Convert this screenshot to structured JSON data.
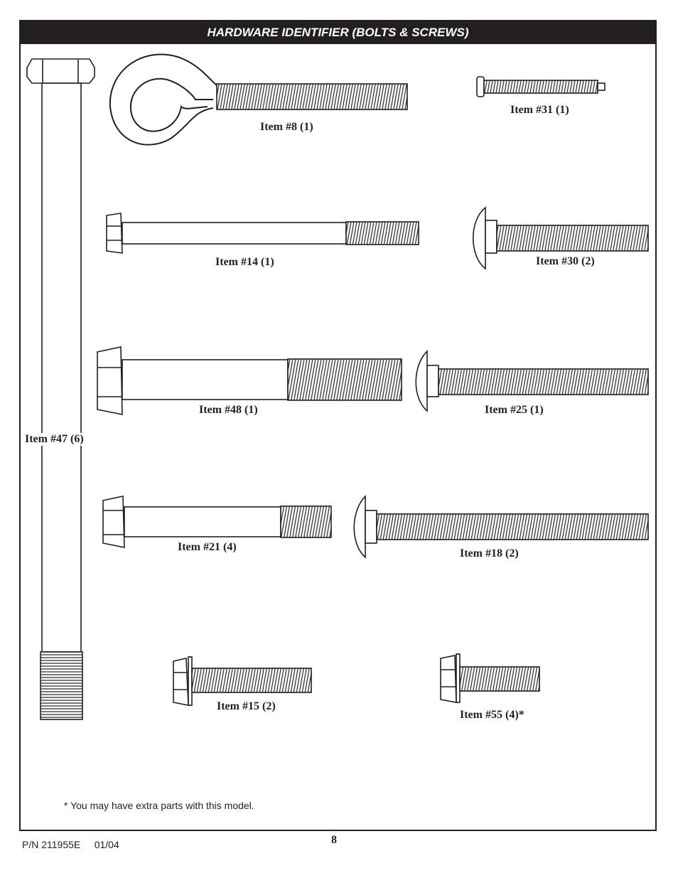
{
  "header": {
    "title": "HARDWARE IDENTIFIER (BOLTS & SCREWS)"
  },
  "items": {
    "item8": "Item #8 (1)",
    "item31": "Item #31 (1)",
    "item14": "Item #14 (1)",
    "item30": "Item #30 (2)",
    "item48": "Item #48 (1)",
    "item25": "Item #25 (1)",
    "item47": "Item #47 (6)",
    "item21": "Item #21 (4)",
    "item18": "Item #18 (2)",
    "item15": "Item #15 (2)",
    "item55": "Item #55 (4)*"
  },
  "note": "* You may have extra parts with this model.",
  "footer": {
    "part_number": "P/N 211955E     01/04",
    "page": "8"
  }
}
